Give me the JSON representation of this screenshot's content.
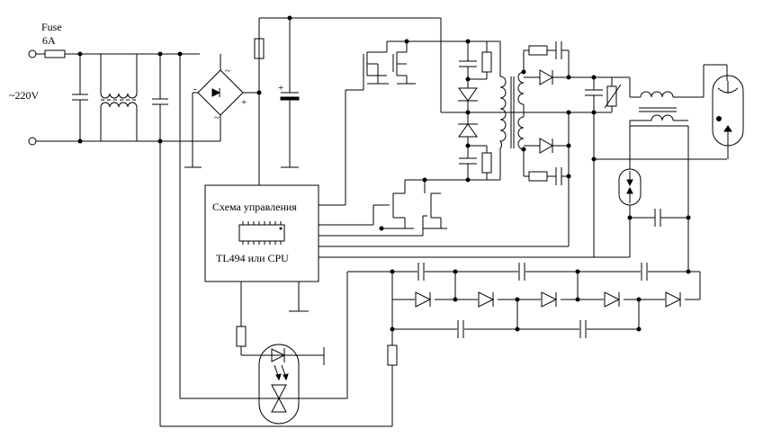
{
  "labels": {
    "fuse_name": "Fuse",
    "fuse_rating": "6A",
    "mains_voltage": "~220V",
    "control_block_title": "Схема управления",
    "control_block_chips": "TL494  или  CPU",
    "bridge_ac_top": "~",
    "bridge_ac_bottom": "~",
    "bridge_minus": "-",
    "bridge_plus": "+",
    "cap_plus": "+"
  }
}
